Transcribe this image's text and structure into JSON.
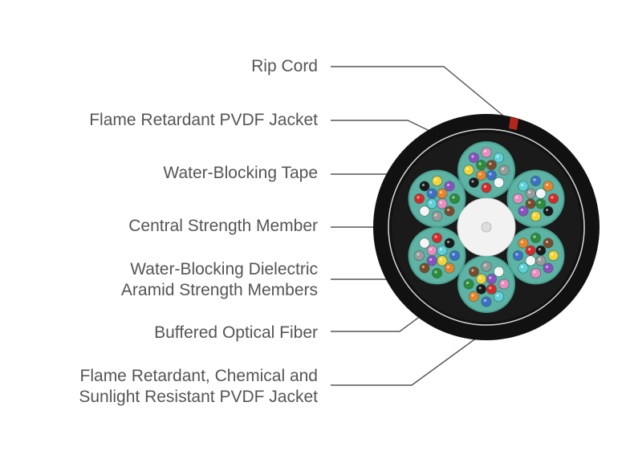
{
  "labels": {
    "rip_cord": "Rip Cord",
    "outer_jacket": "Flame Retardant PVDF Jacket",
    "water_blocking_tape": "Water-Blocking Tape",
    "central_strength_member": "Central Strength Member",
    "aramid_line1": "Water-Blocking Dielectric",
    "aramid_line2": "Aramid Strength Members",
    "buffered_fiber": "Buffered Optical Fiber",
    "inner_jacket_line1": "Flame Retardant, Chemical and",
    "inner_jacket_line2": "Sunlight Resistant PVDF Jacket"
  },
  "colors": {
    "jacket": "#111111",
    "rip_cord": "#b3261e",
    "tube_fill": "#5fb3a5",
    "tube_ring": "#4aa191",
    "leader_line": "#555555",
    "label_text": "#555555",
    "strength_member": "#f2f2f2"
  },
  "fiber_colors": [
    "#3f6fc4",
    "#e8842b",
    "#2e8b3a",
    "#7a4a2b",
    "#9a9a9a",
    "#f4f4f4",
    "#d42a2a",
    "#1a1a1a",
    "#f2d33a",
    "#8b4fbf",
    "#e98cc0",
    "#5fd0d8"
  ]
}
